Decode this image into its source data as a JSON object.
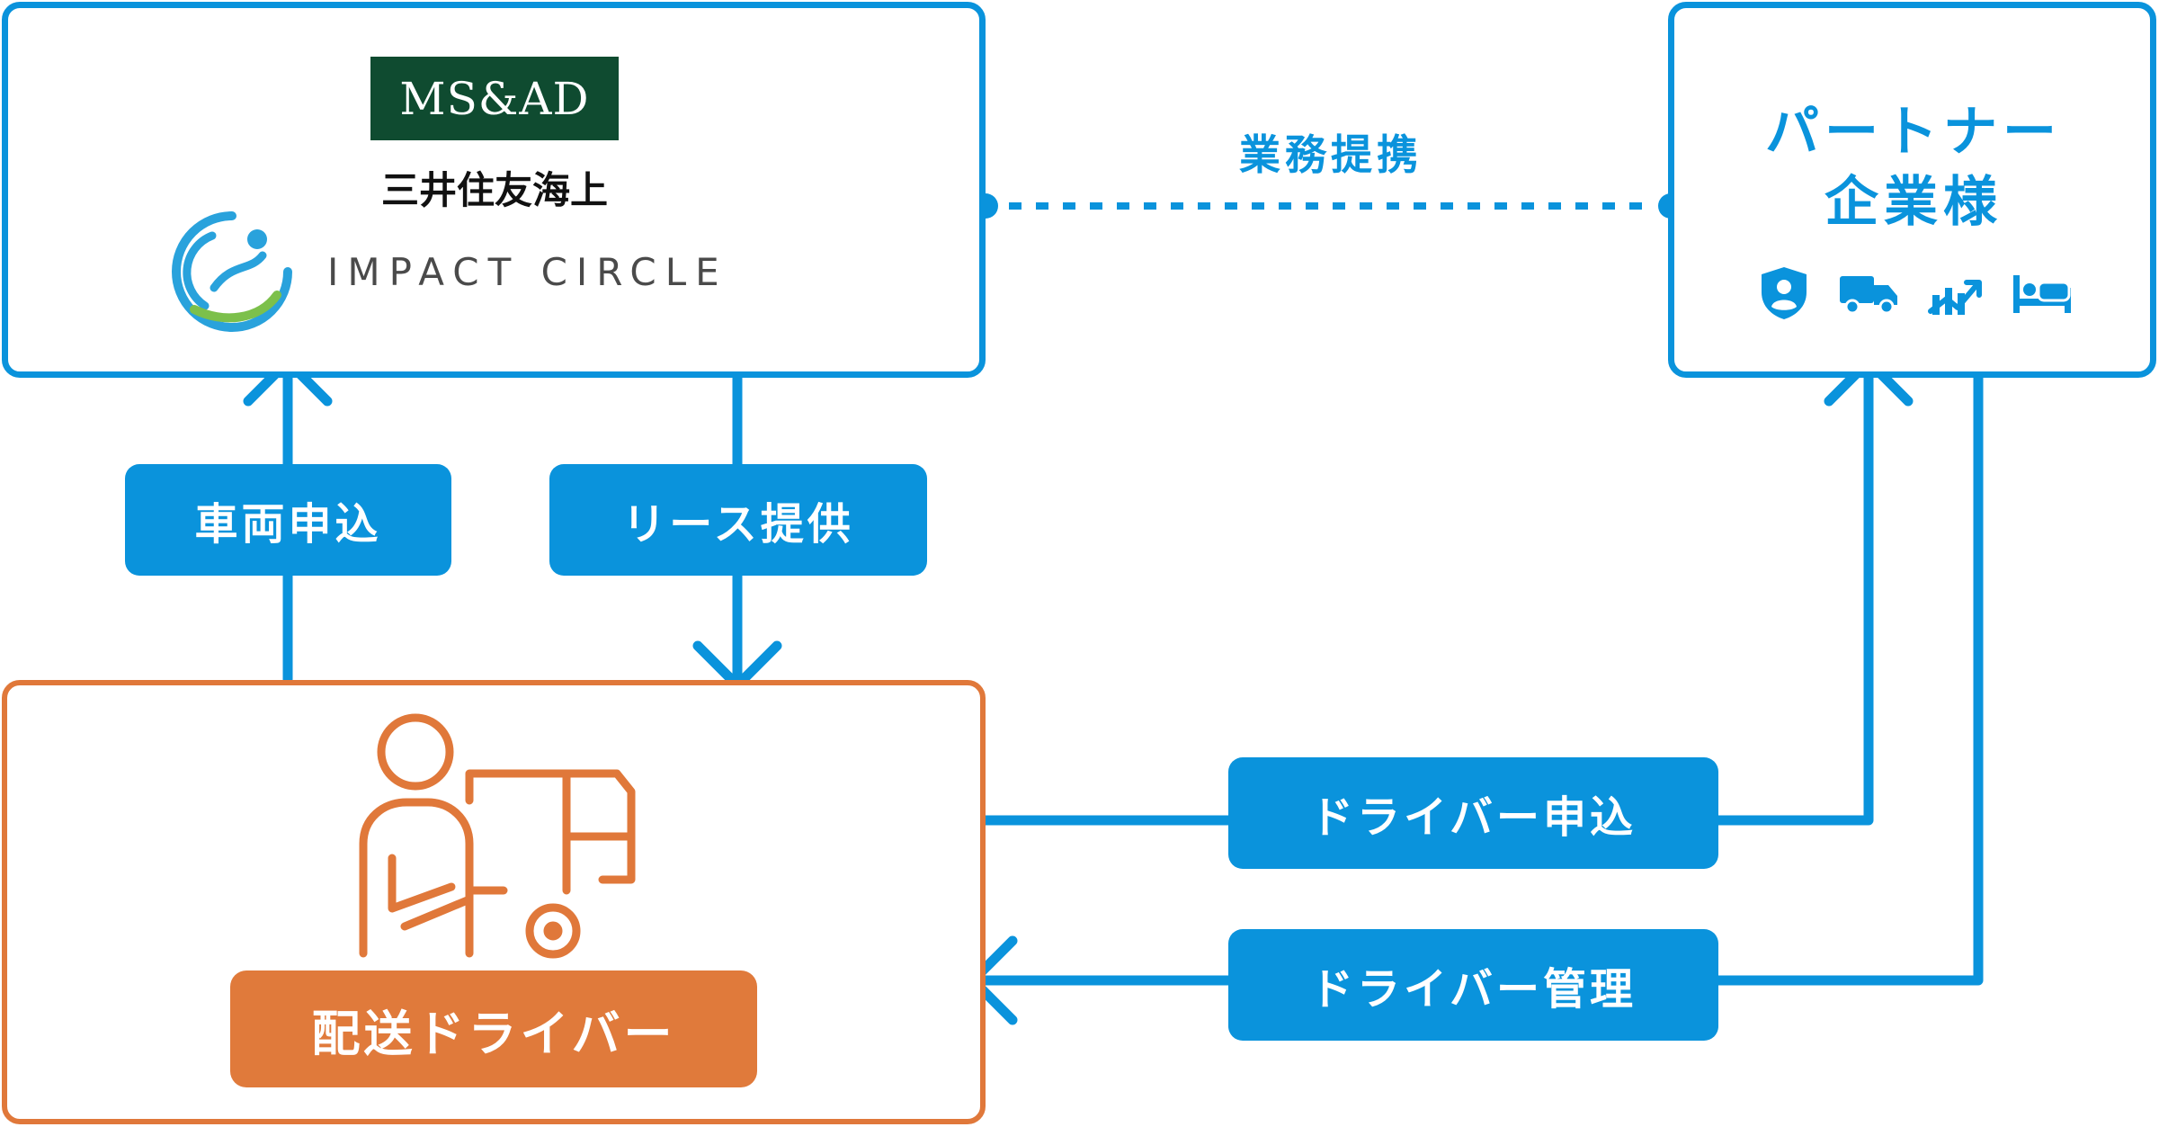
{
  "colors": {
    "blue": "#0a93dc",
    "orange": "#e0783a",
    "msad_green": "#0f4b30"
  },
  "insurer": {
    "brand_badge": "MS&AD",
    "company_name": "三井住友海上",
    "program_name": "IMPACT CIRCLE",
    "icon": "impact-circle-logo-icon"
  },
  "partner": {
    "title_line1": "パートナー",
    "title_line2": "企業様",
    "icons": [
      "shield-user-icon",
      "truck-icon",
      "growth-chart-icon",
      "bed-icon"
    ]
  },
  "driver": {
    "label": "配送ドライバー",
    "icon": "driver-with-truck-icon"
  },
  "relations": {
    "alliance": "業務提携",
    "vehicle_application": "車両申込",
    "lease_provision": "リース提供",
    "driver_application": "ドライバー申込",
    "driver_management": "ドライバー管理"
  }
}
